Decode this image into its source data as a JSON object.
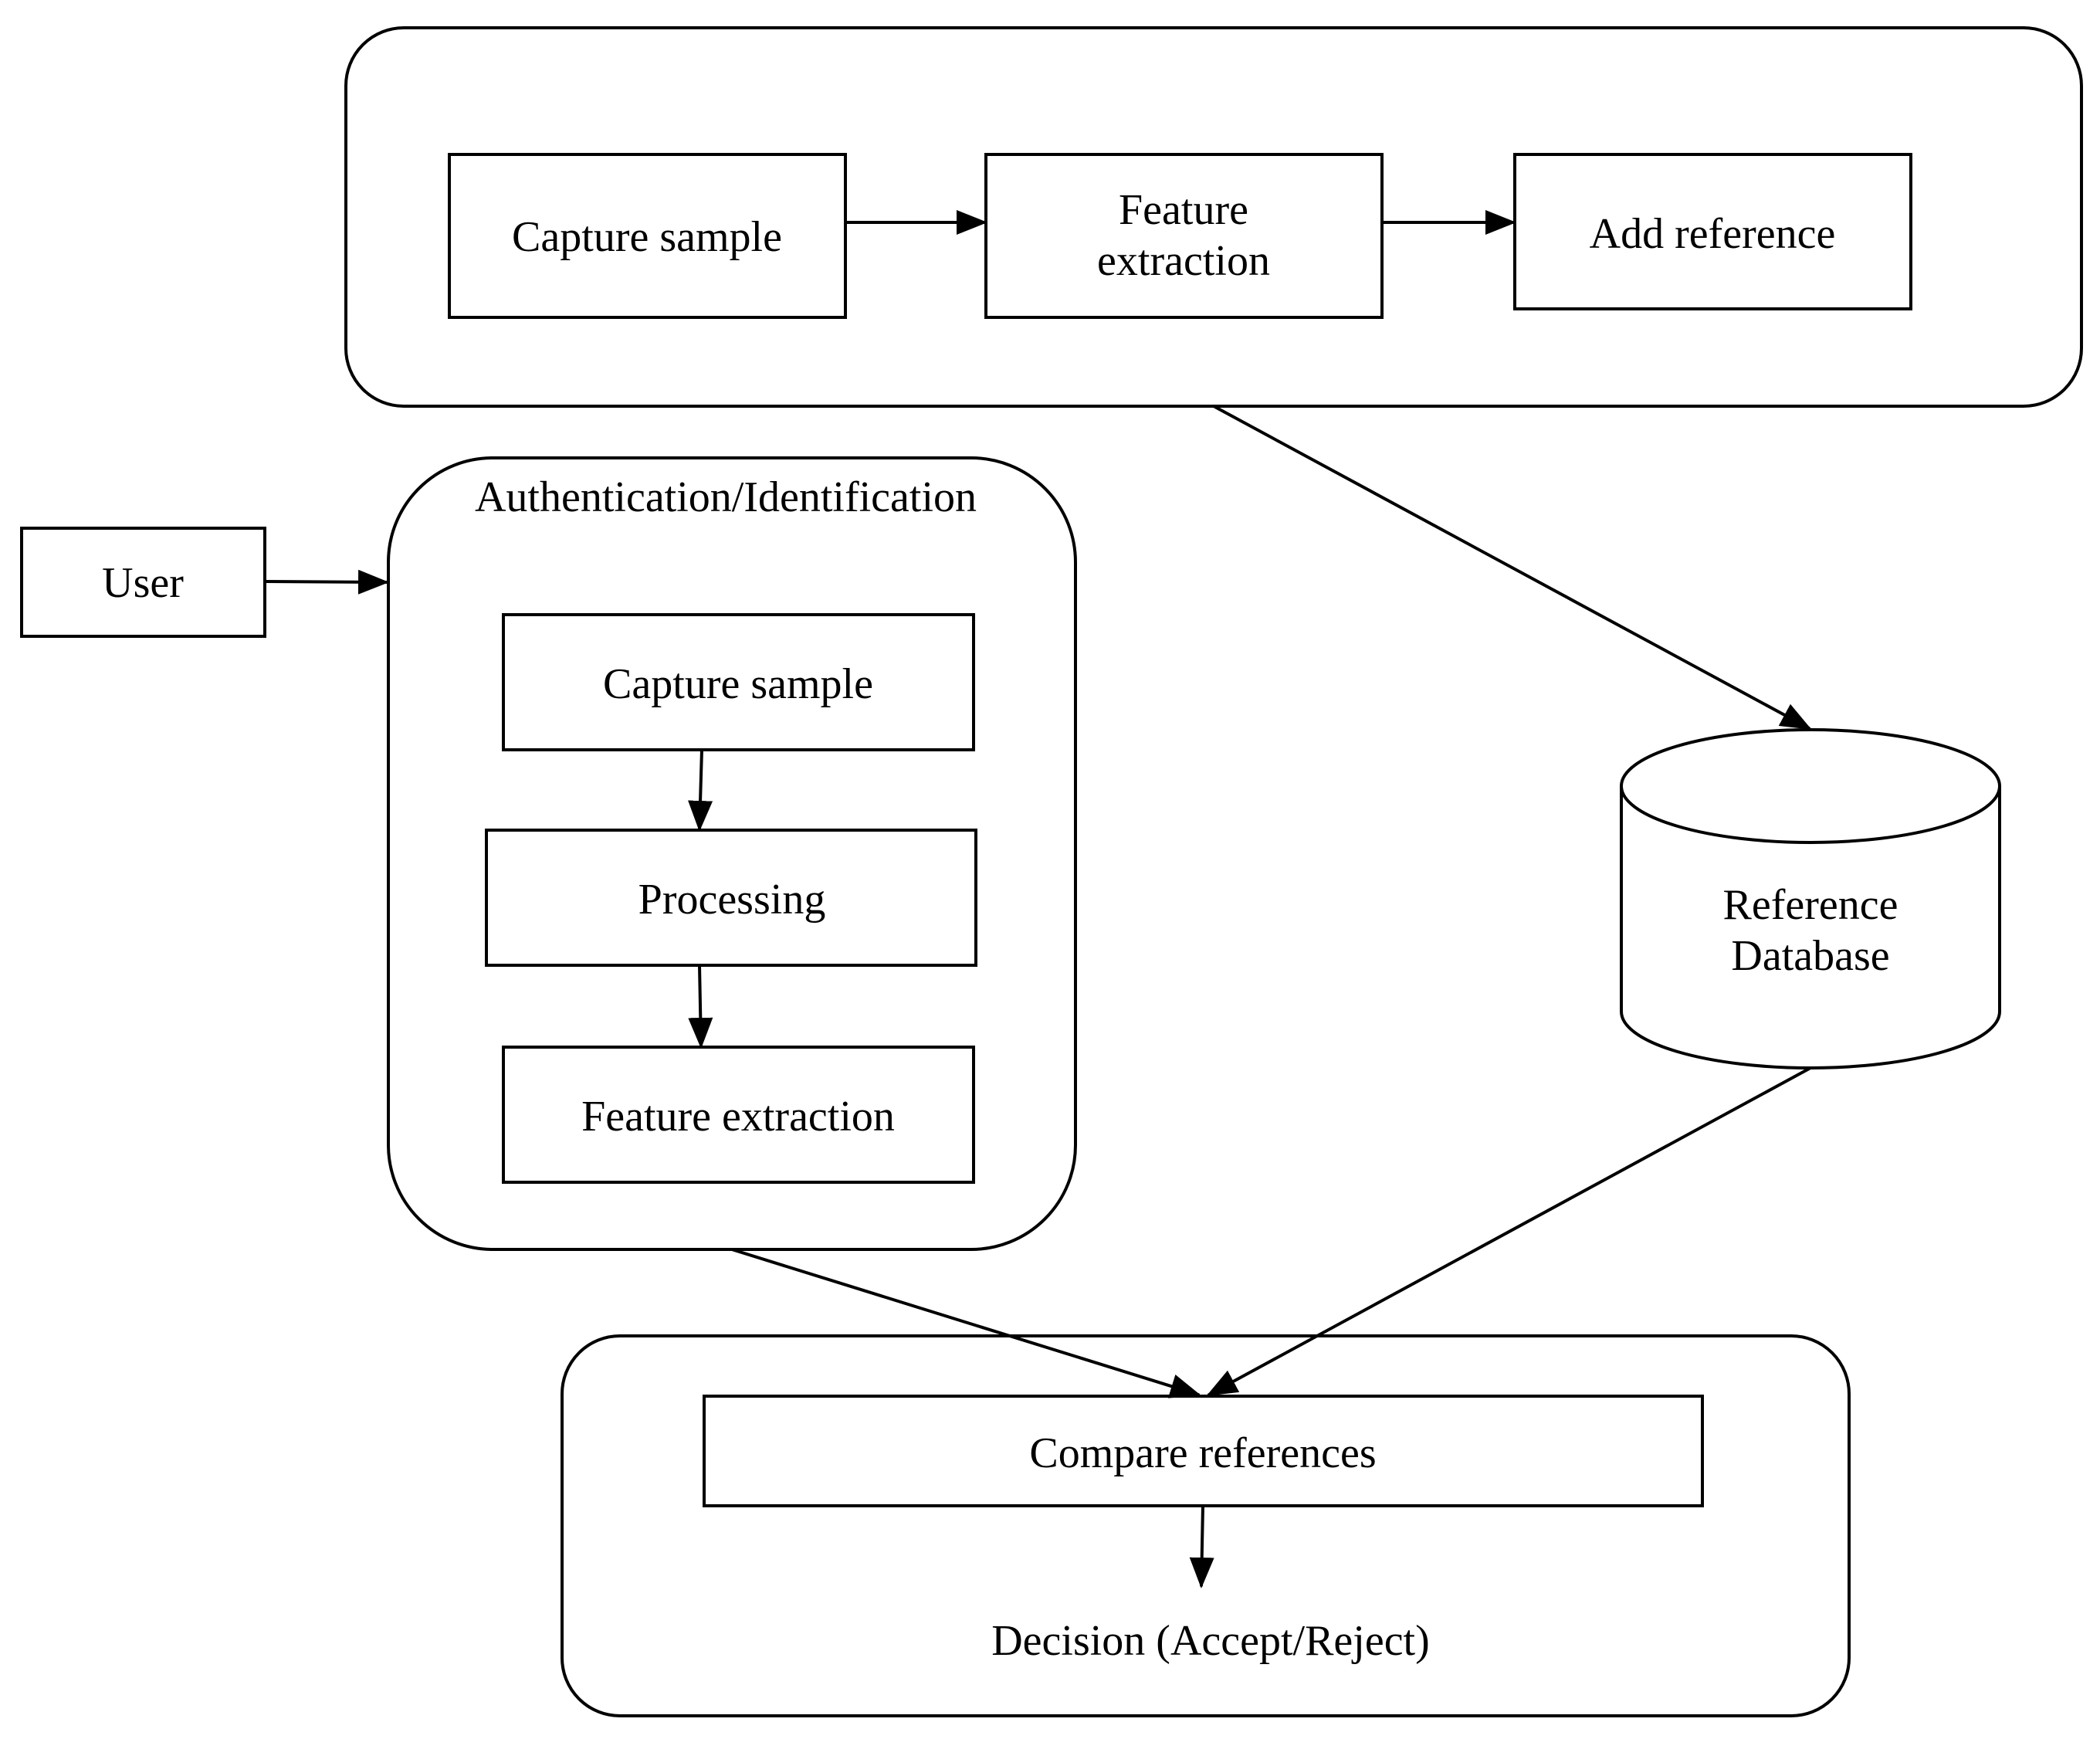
{
  "enrollment": {
    "capture_label": "Capture sample",
    "feature_label_line1": "Feature",
    "feature_label_line2": "extraction",
    "add_reference_label": "Add reference"
  },
  "user": {
    "label": "User"
  },
  "authentication": {
    "title": "Authentication/Identification",
    "capture_label": "Capture sample",
    "processing_label": "Processing",
    "feature_label": "Feature extraction"
  },
  "database": {
    "label_line1": "Reference",
    "label_line2": "Database"
  },
  "matching": {
    "compare_label": "Compare references",
    "decision_label": "Decision (Accept/Reject)"
  }
}
